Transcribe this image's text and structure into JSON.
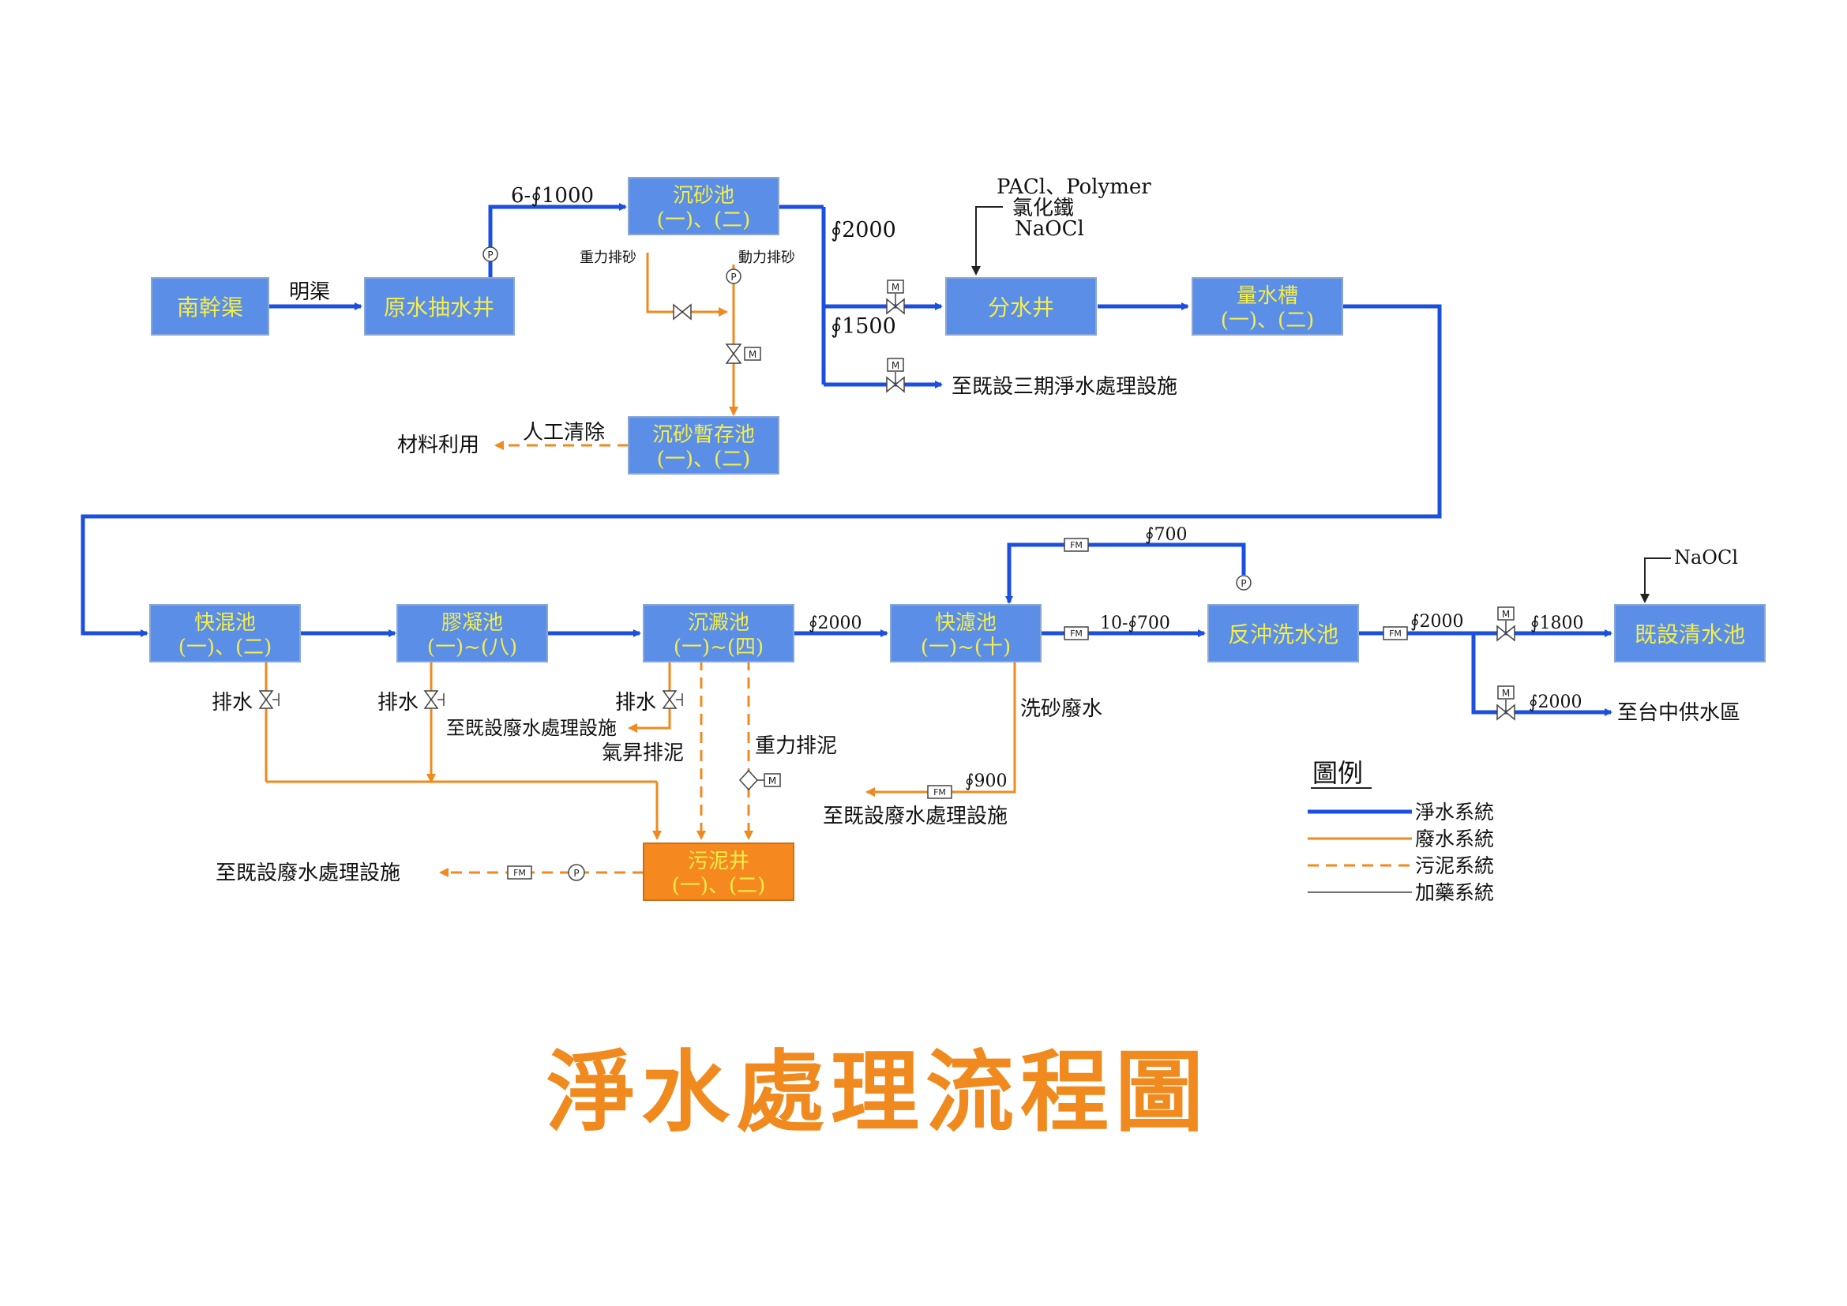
{
  "title": "淨水處理流程圖",
  "colors": {
    "box_fill": "#5b8ee6",
    "box_text": "#f4ee4a",
    "sludge_well_fill": "#f5891f",
    "water_line": "#1b4fe0",
    "waste_line": "#f08a1e",
    "text": "#111111",
    "title": "#f08a1e"
  },
  "nodes": {
    "nanganqu": {
      "line1": "南幹渠"
    },
    "raw_pump_well": {
      "line1": "原水抽水井"
    },
    "grit_chamber": {
      "line1": "沉砂池",
      "line2": "(一)、(二)"
    },
    "grit_storage": {
      "line1": "沉砂暫存池",
      "line2": "(一)、(二)"
    },
    "distribution_well": {
      "line1": "分水井"
    },
    "measuring_tank": {
      "line1": "量水槽",
      "line2": "(一)、(二)"
    },
    "rapid_mix": {
      "line1": "快混池",
      "line2": "(一)、(二)"
    },
    "flocculation": {
      "line1": "膠凝池",
      "line2": "(一)~(八)"
    },
    "sedimentation": {
      "line1": "沉澱池",
      "line2": "(一)~(四)"
    },
    "rapid_filter": {
      "line1": "快濾池",
      "line2": "(一)~(十)"
    },
    "backwash_tank": {
      "line1": "反沖洗水池"
    },
    "clear_well": {
      "line1": "既設清水池"
    },
    "sludge_well": {
      "line1": "污泥井",
      "line2": "(一)、(二)"
    }
  },
  "labels": {
    "open_channel": "明渠",
    "pipe_6x1000": "6-∮1000",
    "pipe_2000_a": "∮2000",
    "pipe_1500": "∮1500",
    "gravity_grit": "重力排砂",
    "power_grit": "動力排砂",
    "chemicals_1": "PACl、Polymer",
    "chemicals_2": "氯化鐵",
    "chemicals_3": "NaOCl",
    "to_phase3": "至既設三期淨水處理設施",
    "manual_removal": "人工清除",
    "material_reuse": "材料利用",
    "pipe_700_top": "∮700",
    "pipe_2000_b": "∮2000",
    "pipe_10x700": "10-∮700",
    "pipe_2000_c": "∮2000",
    "pipe_1800": "∮1800",
    "pipe_2000_d": "∮2000",
    "naocl_2": "NaOCl",
    "to_taichung": "至台中供水區",
    "drain_1": "排水",
    "drain_2": "排水",
    "drain_3": "排水",
    "to_waste_1": "至既設廢水處理設施",
    "air_lift": "氣昇排泥",
    "gravity_sludge": "重力排泥",
    "sand_wash_water": "洗砂廢水",
    "pipe_900": "∮900",
    "to_waste_2": "至既設廢水處理設施",
    "to_waste_3": "至既設廢水處理設施"
  },
  "symbols": {
    "pump": "P",
    "motor": "M",
    "flow_meter": "FM"
  },
  "legend": {
    "title": "圖例",
    "items": [
      {
        "label": "淨水系統",
        "style": "water"
      },
      {
        "label": "廢水系統",
        "style": "waste"
      },
      {
        "label": "污泥系統",
        "style": "sludge"
      },
      {
        "label": "加藥系統",
        "style": "chemical"
      }
    ]
  }
}
